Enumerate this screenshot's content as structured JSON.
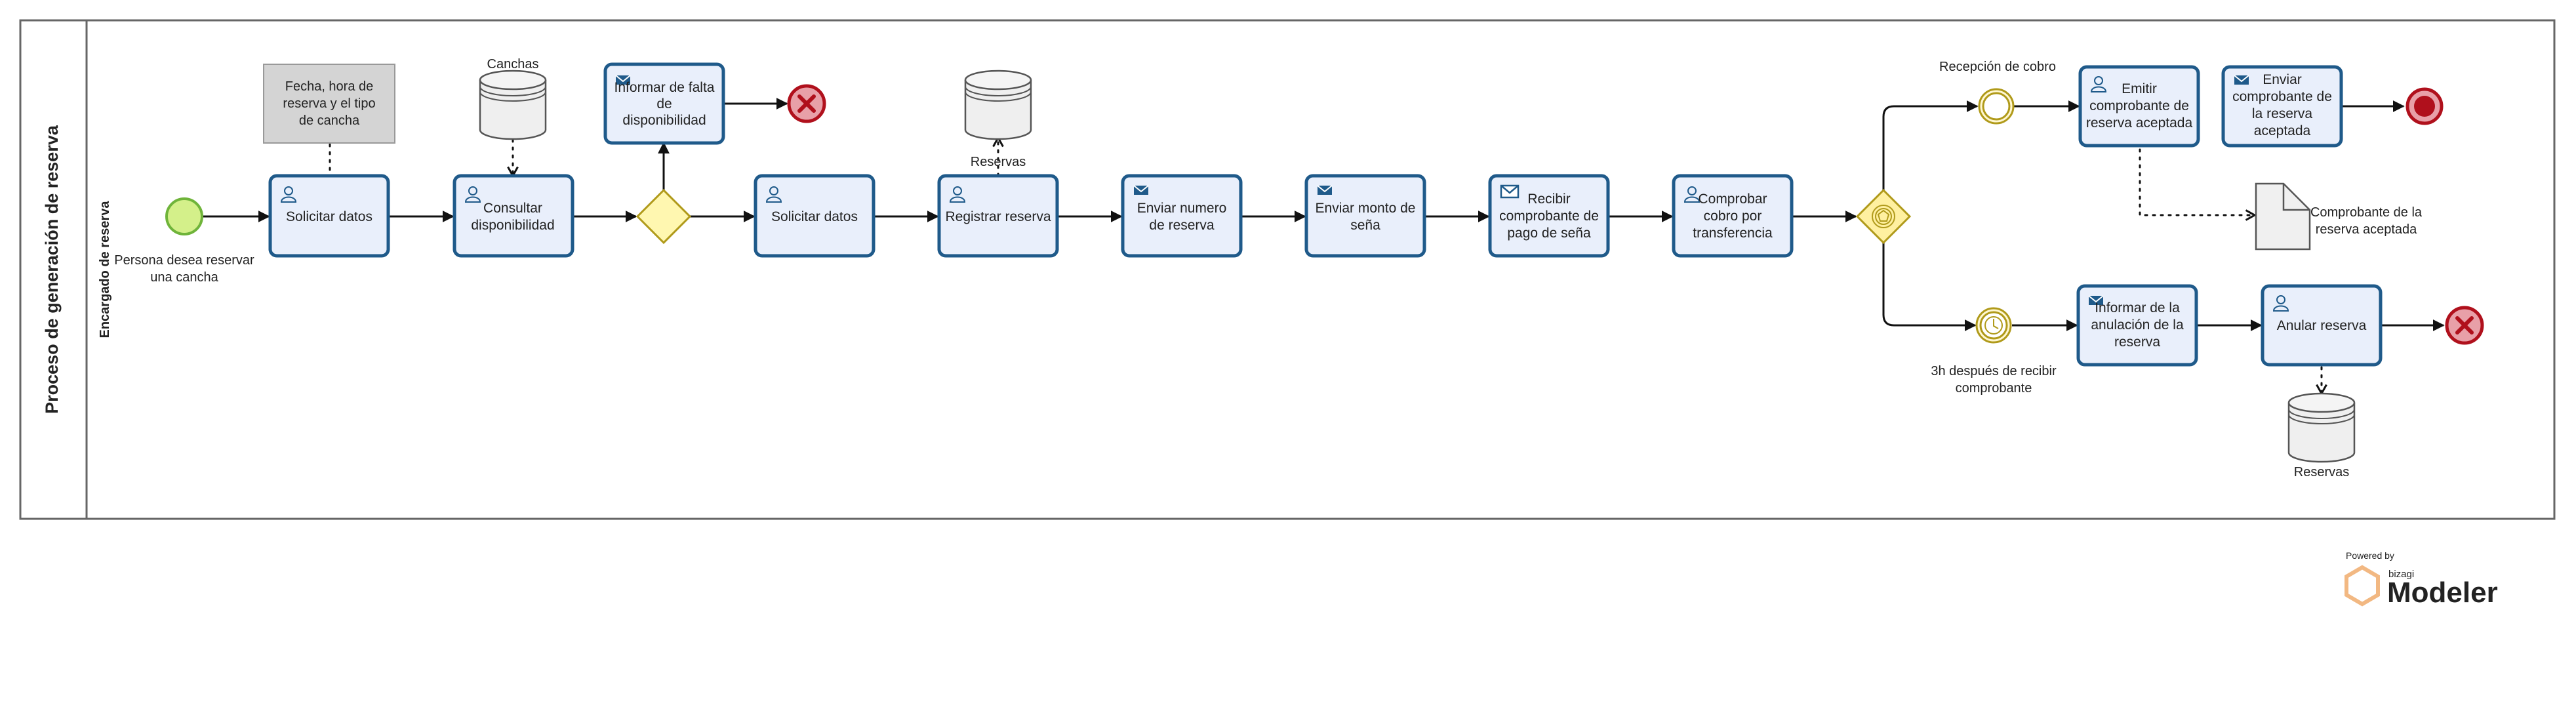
{
  "pool": {
    "title": "Proceso de generación de reserva",
    "lane": "Encargado de reserva"
  },
  "events": {
    "start": "Persona desea reservar una cancha",
    "message_catch": "Recepción de cobro",
    "timer": "3h después de recibir comprobante"
  },
  "tasks": {
    "solicitar_datos_1": "Solicitar datos",
    "consultar": "Consultar disponibilidad",
    "informar_falta": "Informar de falta de disponibilidad",
    "solicitar_datos_2": "Solicitar datos",
    "registrar": "Registrar reserva",
    "enviar_numero": "Enviar numero de reserva",
    "enviar_monto": "Enviar monto de seña",
    "recibir_comprobante": "Recibir comprobante de pago de seña",
    "comprobar_cobro": "Comprobar cobro por transferencia",
    "emitir_comprobante": "Emitir comprobante de reserva aceptada",
    "enviar_comprobante": "Enviar comprobante de la reserva aceptada",
    "informar_anulacion": "Informar de la anulación de la reserva",
    "anular": "Anular reserva"
  },
  "artifacts": {
    "note": "Fecha, hora de reserva y el tipo de cancha",
    "db_canchas": "Canchas",
    "db_reservas_top": "Reservas",
    "db_reservas_bottom": "Reservas",
    "document": "Comprobante de la reserva aceptada"
  },
  "branding": {
    "powered_by": "Powered by",
    "company": "bizagi",
    "product": "Modeler"
  },
  "colors": {
    "task_fill": "#e9effb",
    "task_stroke": "#1f5a8a",
    "start_fill": "#d4f08a",
    "end_fill": "#e8a0a8",
    "end_stroke": "#b0101c",
    "gateway_fill": "#fff7b0",
    "branding": "#f2b882"
  },
  "icons": [
    "user-task-icon",
    "send-message-icon",
    "receive-message-icon",
    "timer-icon",
    "cancel-end-icon",
    "terminate-end-icon",
    "database-icon",
    "document-icon"
  ]
}
